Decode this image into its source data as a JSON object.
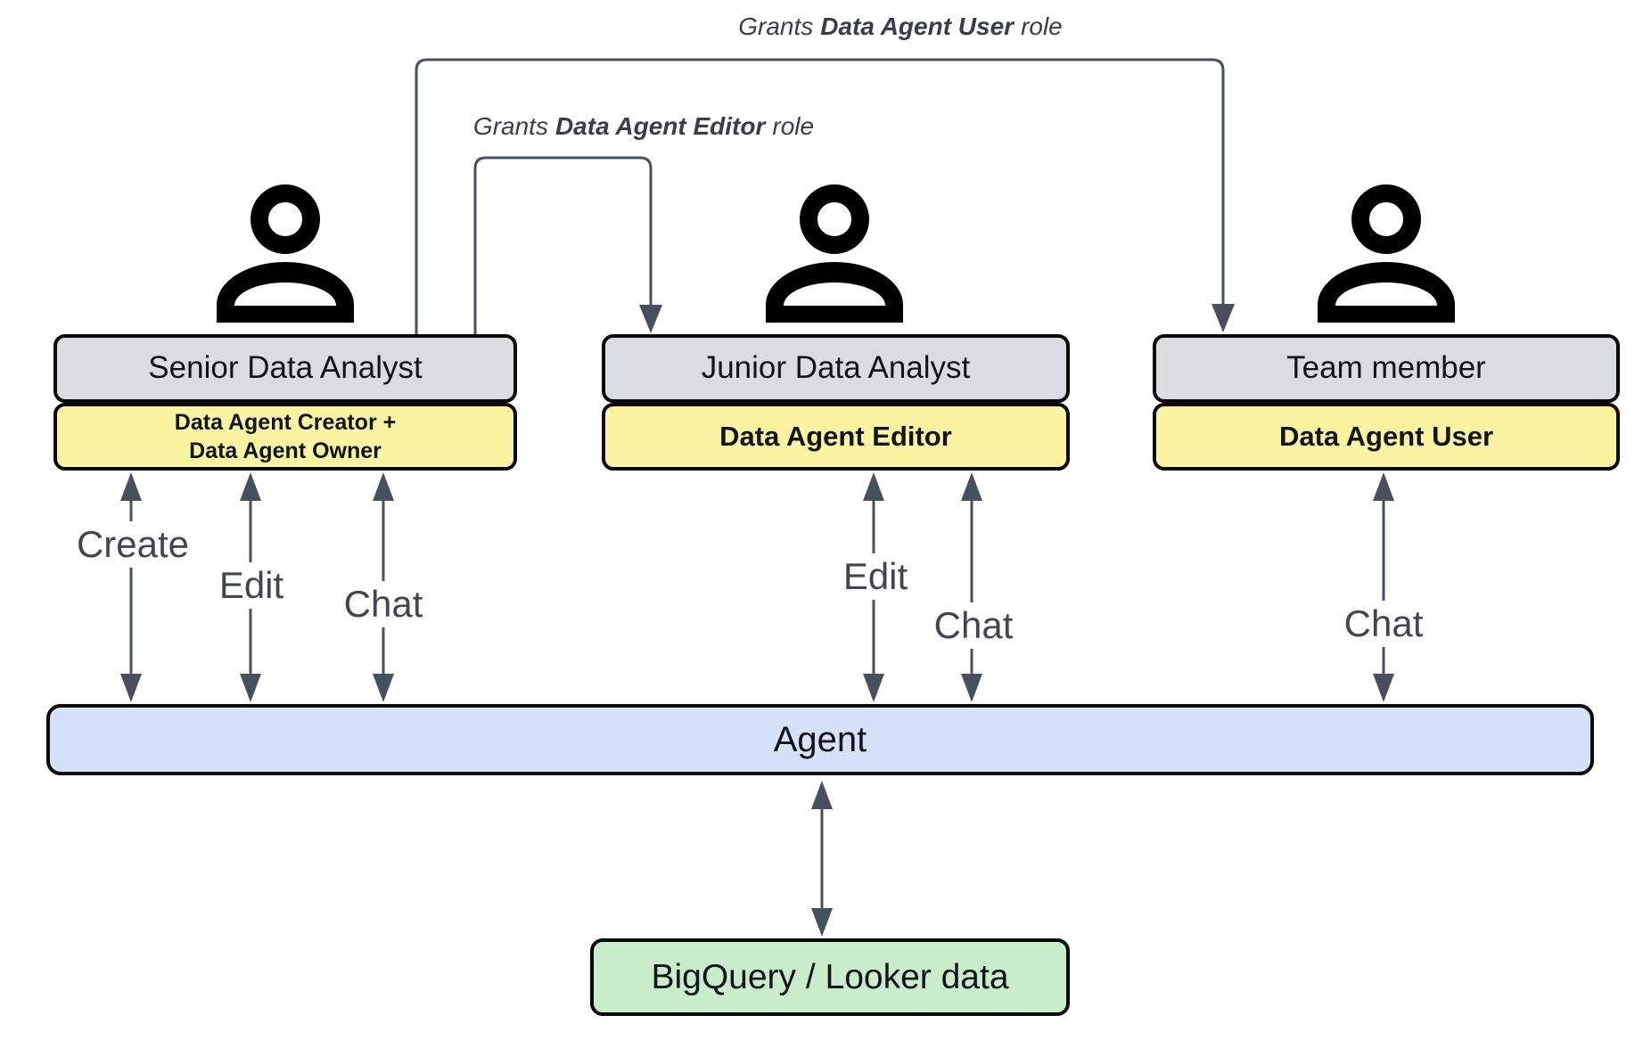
{
  "actors": {
    "senior": {
      "title": "Senior Data Analyst",
      "badge_line1": "Data Agent Creator +",
      "badge_line2": "Data Agent Owner"
    },
    "junior": {
      "title": "Junior Data Analyst",
      "badge": "Data Agent Editor"
    },
    "team": {
      "title": "Team member",
      "badge": "Data Agent User"
    }
  },
  "grants": {
    "user": {
      "prefix": "Grants",
      "role": "Data Agent User",
      "suffix": "role"
    },
    "editor": {
      "prefix": "Grants",
      "role": "Data Agent Editor",
      "suffix": "role"
    }
  },
  "actions": {
    "create": "Create",
    "edit": "Edit",
    "chat": "Chat"
  },
  "agent": {
    "label": "Agent"
  },
  "datasource": {
    "label": "BigQuery / Looker data"
  },
  "colors": {
    "actor_fill": "#d9dce1",
    "role_badge_fill": "#faf3a1",
    "agent_fill": "#d6e2fa",
    "datasource_fill": "#c9ecca",
    "connector": "#47505f",
    "border": "#0a0a0a"
  }
}
